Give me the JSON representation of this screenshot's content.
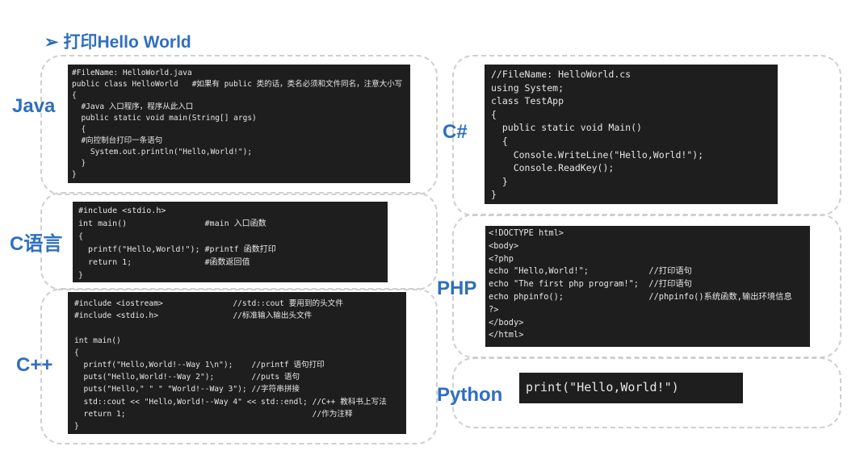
{
  "header": {
    "arrow": "➢",
    "title": "打印Hello World"
  },
  "java": {
    "label": "Java",
    "code": "#FileName: HelloWorld.java\npublic class HelloWorld   #如果有 public 类的话，类名必须和文件同名，注意大小写\n{\n  #Java 入口程序，程序从此入口\n  public static void main(String[] args)\n  {\n  #向控制台打印一条语句\n    System.out.println(\"Hello,World!\");\n  }\n}"
  },
  "c": {
    "label": "C语言",
    "code": "#include <stdio.h>\nint main()                #main 入口函数\n{\n  printf(\"Hello,World!\"); #printf 函数打印\n  return 1;               #函数返回值\n}"
  },
  "cpp": {
    "label": "C++",
    "code": "#include <iostream>               //std::cout 要用到的头文件\n#include <stdio.h>                //标准输入输出头文件\n\nint main()\n{\n  printf(\"Hello,World!--Way 1\\n\");    //printf 语句打印\n  puts(\"Hello,World!--Way 2\");        //puts 语句\n  puts(\"Hello,\" \" \" \"World!--Way 3\"); //字符串拼接\n  std::cout << \"Hello,World!--Way 4\" << std::endl; //C++ 教科书上写法\n  return 1;                                        //作为注释\n}"
  },
  "csharp": {
    "label": "C#",
    "code": "//FileName: HelloWorld.cs\nusing System;\nclass TestApp\n{\n  public static void Main()\n  {\n    Console.WriteLine(\"Hello,World!\");\n    Console.ReadKey();\n  }\n}"
  },
  "php": {
    "label": "PHP",
    "code": "<!DOCTYPE html>\n<body>\n<?php\necho \"Hello,World!\";            //打印语句\necho \"The first php program!\";  //打印语句\necho phpinfo();                 //phpinfo()系统函数,输出环境信息\n?>\n</body>\n</html>"
  },
  "python": {
    "label": "Python",
    "code": "print(\"Hello,World!\")"
  }
}
